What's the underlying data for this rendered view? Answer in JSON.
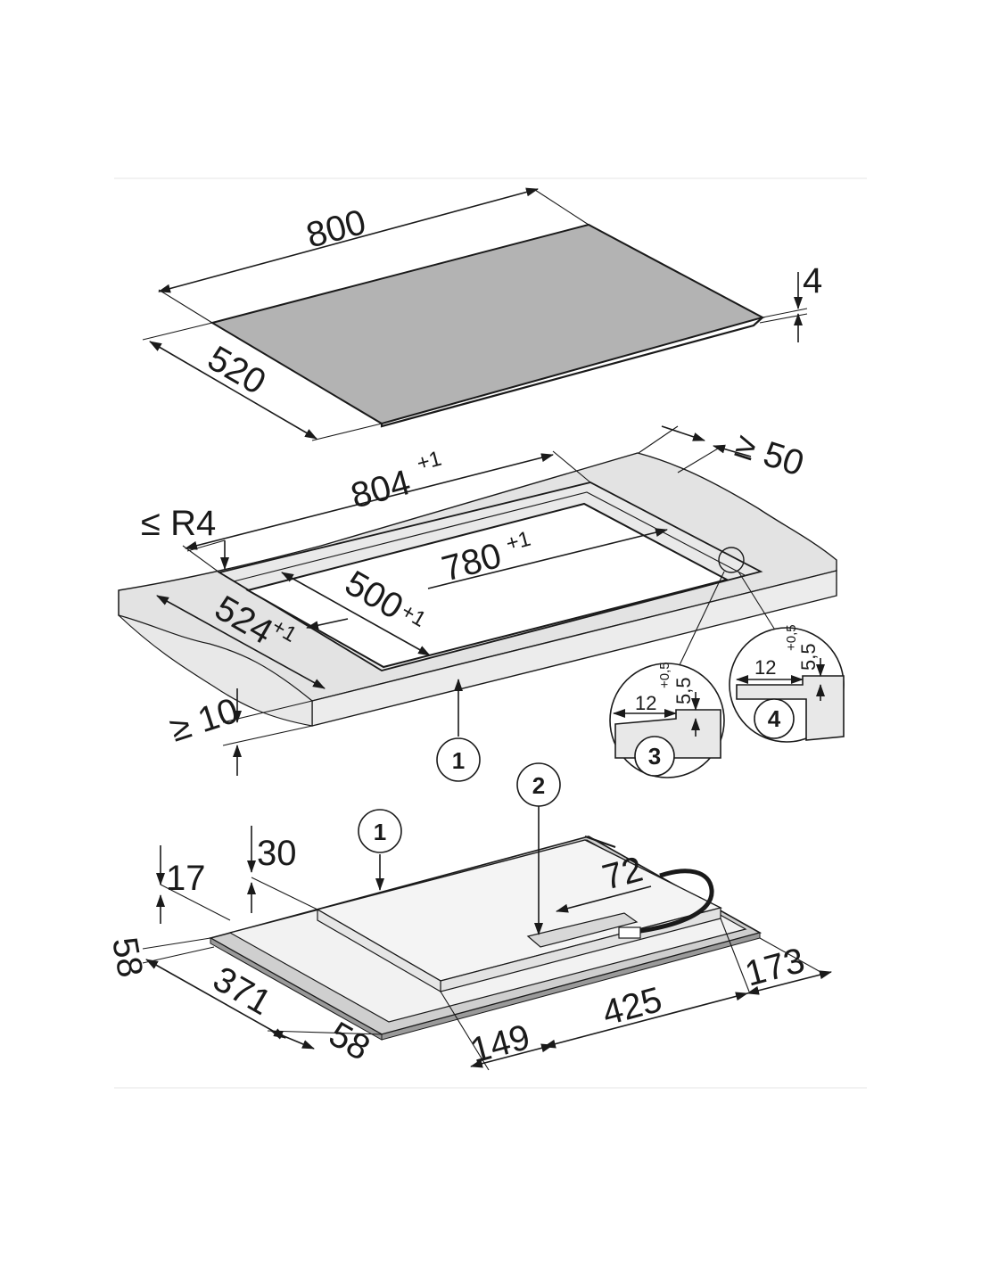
{
  "dims": {
    "glass_width": "800",
    "glass_depth": "520",
    "glass_thickness": "4",
    "cutout_outer_width": "804",
    "cutout_outer_tol": "+1",
    "cutout_inner_width": "780",
    "cutout_inner_tol": "+1",
    "cutout_inner_depth": "500",
    "cutout_inner_depth_tol": "+1",
    "cutout_outer_depth": "524",
    "cutout_outer_depth_tol": "+1",
    "corner_radius": "≤ R4",
    "rear_clearance": "≥ 50",
    "worktop_min": "≥ 10",
    "detail_rebate": "12",
    "detail_depth": "5,5",
    "detail_tol": "+0,5",
    "bottom_17": "17",
    "bottom_30": "30",
    "bottom_58_left": "58",
    "bottom_371": "371",
    "bottom_58_front": "58",
    "bottom_149": "149",
    "bottom_425": "425",
    "bottom_173": "173",
    "bottom_72": "72"
  },
  "callouts": {
    "c1": "1",
    "c2": "2",
    "c3": "3",
    "c4": "4"
  },
  "colors": {
    "glass": "#b3b3b3",
    "worktop": "#e3e3e3",
    "housing": "#eeeeee",
    "line": "#1a1a1a"
  }
}
